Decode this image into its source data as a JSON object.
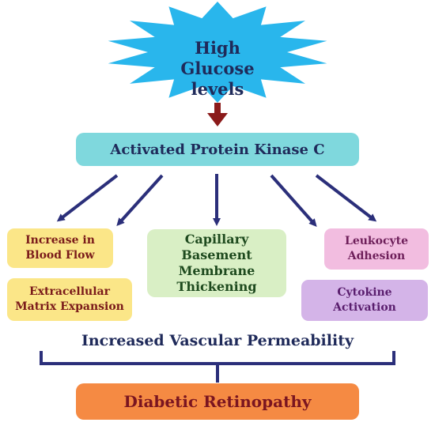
{
  "nodes": {
    "trigger": "High\nGlucose\nlevels",
    "kinase": "Activated Protein Kinase C",
    "blood_flow": "Increase in\nBlood Flow",
    "ecm": "Extracellular\nMatrix Expansion",
    "capillary": "Capillary\nBasement\nMembrane\nThickening",
    "leukocyte": "Leukocyte\nAdhesion",
    "cytokine": "Cytokine\nActivation",
    "permeability": "Increased Vascular Permeability",
    "outcome": "Diabetic Retinopathy"
  },
  "colors": {
    "star": "#29b6ec",
    "arrow_dark_red": "#8b1a1a",
    "arrow_navy": "#2b2f7a",
    "bracket": "#2b2f7a",
    "kinase_box": "#7fd8dd",
    "yellow_box": "#fbe688",
    "green_box": "#d9efc5",
    "pink_box": "#f2bde0",
    "purple_box": "#d4b4e8",
    "orange_box": "#f58a43"
  }
}
